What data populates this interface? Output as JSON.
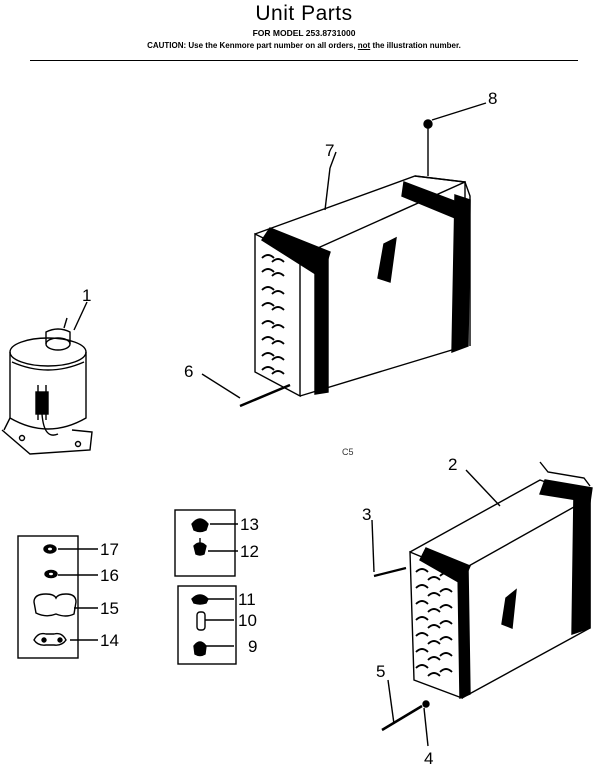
{
  "header": {
    "title": "Unit Parts",
    "model": "FOR MODEL 253.8731000",
    "caution_prefix": "CAUTION: Use the Kenmore part number on all orders, ",
    "caution_emphasis": "not",
    "caution_suffix": " the illustration number."
  },
  "callouts": {
    "c1": "1",
    "c2": "2",
    "c3": "3",
    "c4": "4",
    "c5": "5",
    "c6": "6",
    "c7": "7",
    "c8": "8",
    "c9": "9",
    "c10": "10",
    "c11": "11",
    "c12": "12",
    "c13": "13",
    "c14": "14",
    "c15": "15",
    "c16": "16",
    "c17": "17"
  },
  "figure_code": "C5"
}
